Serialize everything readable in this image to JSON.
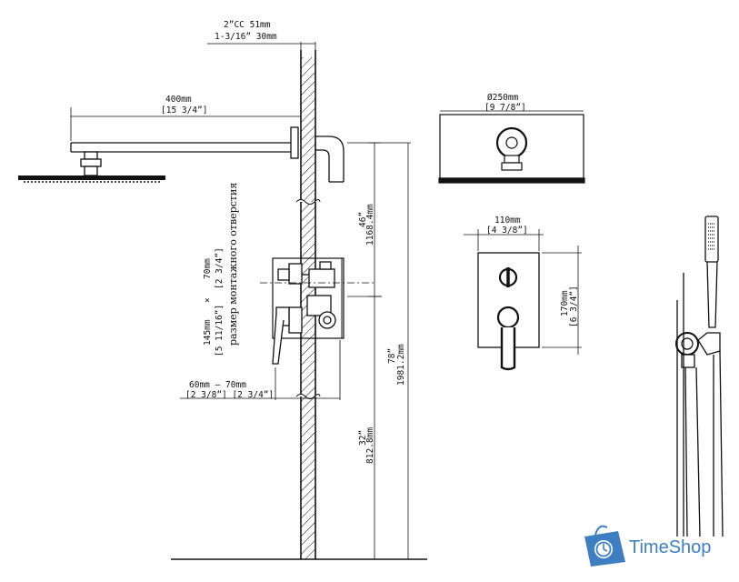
{
  "dimensions": {
    "wall_cc": "2”CC 51mm",
    "wall_thickness": "1-3/16” 30mm",
    "arm_mm": "400mm",
    "arm_in": "[15 3/4”]",
    "head_mm": "Ø250mm",
    "head_in": "[9 7/8”]",
    "plate_w_mm": "110mm",
    "plate_w_in": "[4 3/8”]",
    "plate_h_mm": "170mm",
    "plate_h_in": "[6 3/4”]",
    "arm_height_in": "46”",
    "arm_height_mm": "1168.4mm",
    "total_height_in": "78”",
    "total_height_mm": "1981.2mm",
    "valve_height_in": "32”",
    "valve_height_mm": "812.8mm",
    "hole_h_mm": "145mm",
    "hole_times": "×",
    "hole_w_mm": "70mm",
    "hole_h_in": "[5 11/16”]",
    "hole_w_in": "[2 3/4”]",
    "hole_caption": "размер монтажного отверстия",
    "depth_mm": "60mm — 70mm",
    "depth_in": "[2 3/8”]  [2 3/4”]"
  },
  "brand": {
    "name": "TimeShop",
    "color": "#3f7fc1",
    "icon": "shopping-bag-clock-icon"
  }
}
